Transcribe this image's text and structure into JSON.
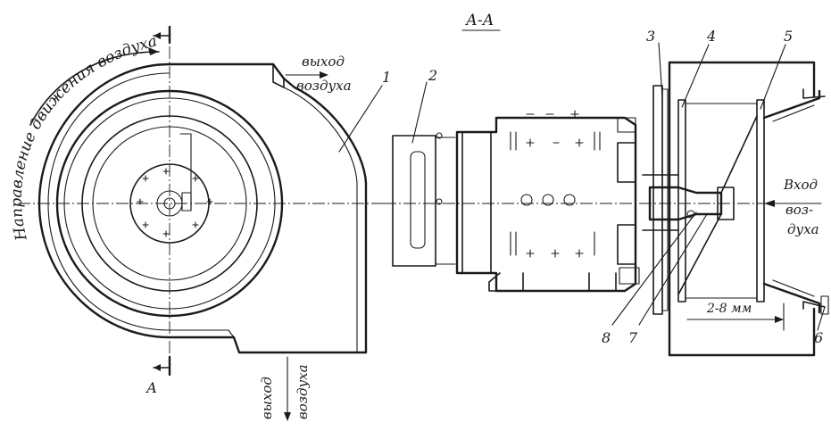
{
  "section_title": "А-А",
  "labels": {
    "air_direction": "Направление движения воздуха",
    "air_out_top_1": "выход",
    "air_out_top_2": "воздуха",
    "air_out_bottom_1": "выход",
    "air_out_bottom_2": "воздуха",
    "air_in_1": "Вход",
    "air_in_2": "воз-",
    "air_in_3": "духа",
    "gap": "2-8 мм",
    "section_mark": "А"
  },
  "callouts": [
    "1",
    "2",
    "3",
    "4",
    "5",
    "6",
    "7",
    "8"
  ]
}
